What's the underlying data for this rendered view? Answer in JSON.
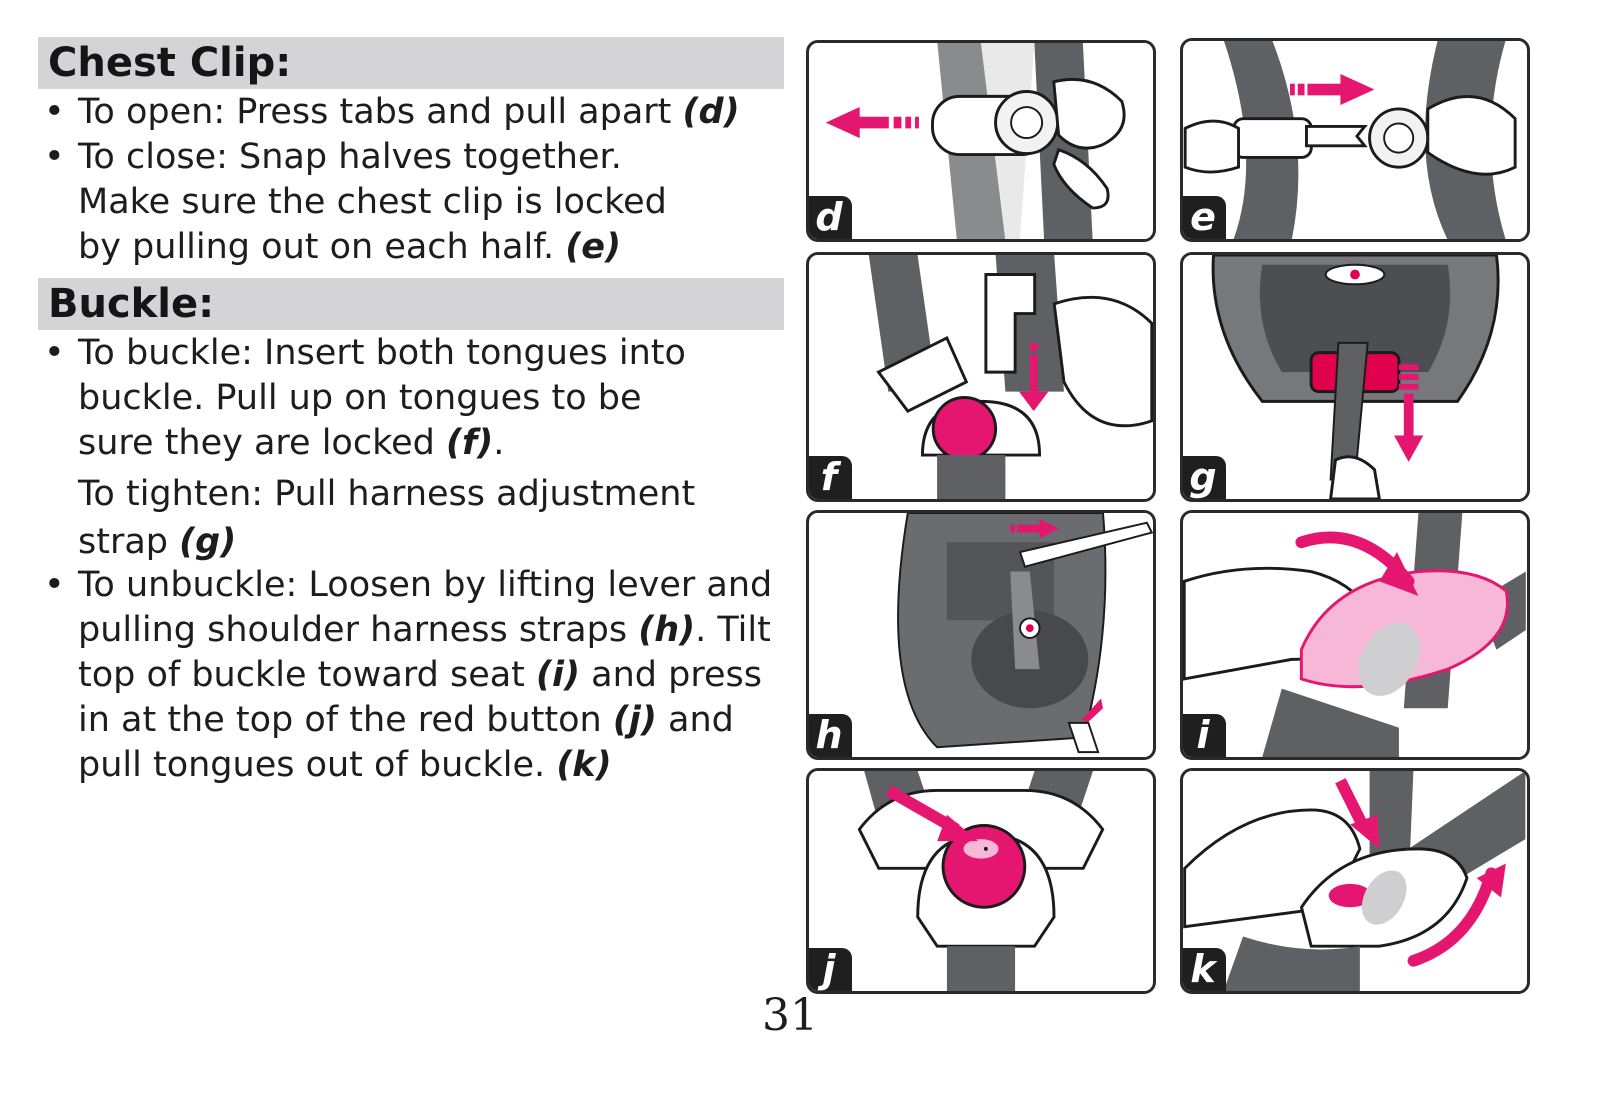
{
  "sections": {
    "chest": {
      "title": "Chest Clip:",
      "b1_text": "To open: Press tabs and pull apart ",
      "b1_ref": "(d)",
      "b2_line1": "To close: Snap halves together.",
      "b2_line2": "Make sure the chest clip is locked",
      "b2_line3": "by pulling out on each half. ",
      "b2_ref": "(e)"
    },
    "buckle": {
      "title": "Buckle:",
      "b1_line1": "To buckle: Insert both tongues into",
      "b1_line2": "buckle. Pull up on tongues to be",
      "b1_line3": "sure they are locked ",
      "b1_ref": "(f)",
      "b1_line3_end": ".",
      "tighten_line1": "To tighten: Pull harness adjustment",
      "tighten_line2": "strap ",
      "tighten_ref": "(g)",
      "b2_line1": "To unbuckle: Loosen by lifting lever and",
      "b2_line2": "pulling shoulder harness straps ",
      "b2_ref_h": "(h)",
      "b2_line2_end": ". Tilt",
      "b2_line3": "top of buckle toward seat ",
      "b2_ref_i": "(i)",
      "b2_line3_end": " and press",
      "b2_line4": "in at the top of the red button ",
      "b2_ref_j": "(j)",
      "b2_line4_end": " and",
      "b2_line5": "pull tongues out of buckle. ",
      "b2_ref_k": "(k)"
    }
  },
  "bullet_char": "•",
  "page_number": "31",
  "panels": [
    {
      "id": "d",
      "label": "d"
    },
    {
      "id": "e",
      "label": "e"
    },
    {
      "id": "f",
      "label": "f"
    },
    {
      "id": "g",
      "label": "g"
    },
    {
      "id": "h",
      "label": "h"
    },
    {
      "id": "i",
      "label": "i"
    },
    {
      "id": "j",
      "label": "j"
    },
    {
      "id": "k",
      "label": "k"
    }
  ],
  "colors": {
    "accent": "#e5166f",
    "strap_dark": "#5f6064",
    "strap_mid": "#8a8b8e",
    "header_band": "#d4d4d6",
    "red_button": "#e0004d"
  }
}
